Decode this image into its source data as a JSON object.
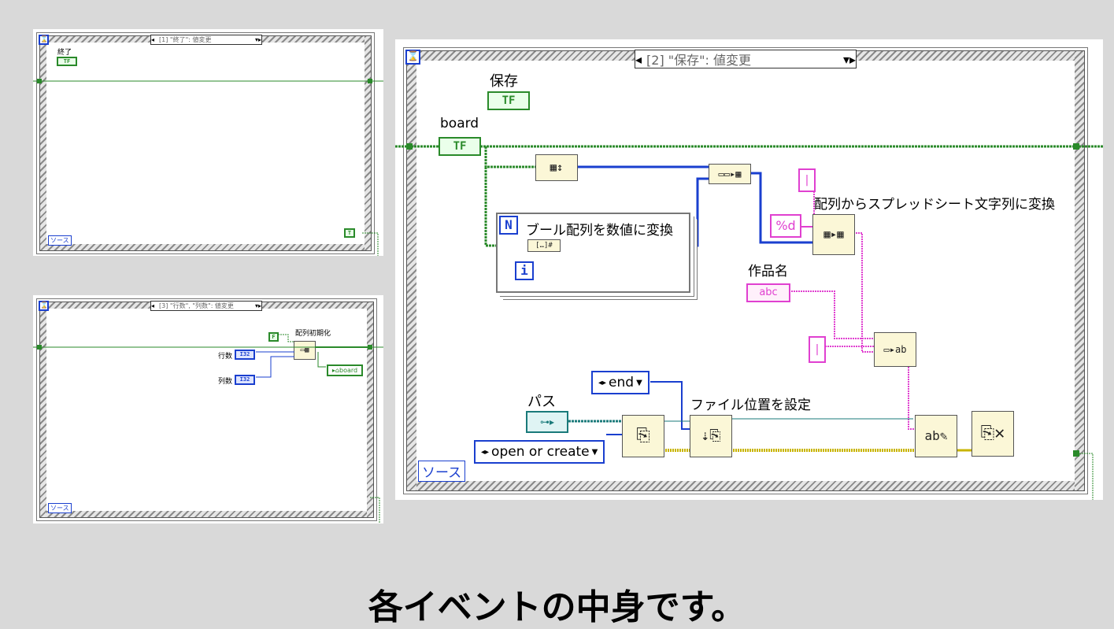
{
  "panel1": {
    "selector": "[1] \"終了\": 値変更",
    "control_label": "終了",
    "control_text": "TF",
    "const_text": "T",
    "source_label": "ソース"
  },
  "panel2": {
    "selector": "[3] \"行数\", \"列数\": 値変更",
    "bool_const": "F",
    "func_label": "配列初期化",
    "rows_label": "行数",
    "cols_label": "列数",
    "num_text": "I32",
    "board_ref": "board",
    "source_label": "ソース"
  },
  "panel3": {
    "selector": "[2] \"保存\": 値変更",
    "save_label": "保存",
    "board_label": "board",
    "tf_text": "TF",
    "loop_label": "ブール配列を数値に変換",
    "loop_n": "N",
    "loop_i": "i",
    "format_const": "%d",
    "spreadsheet_label": "配列からスプレッドシート文字列に変換",
    "name_label": "作品名",
    "name_text": "abc",
    "path_label": "パス",
    "end_ring": "end",
    "open_ring": "open or create",
    "set_pos_label": "ファイル位置を設定",
    "source_label": "ソース"
  },
  "caption": "各イベントの中身です。",
  "colors": {
    "boolean": "#2a8a2a",
    "numeric": "#1a3fcf",
    "string": "#e040d0",
    "path": "#1a7a7a",
    "error": "#c8b400",
    "background": "#d9d9d9"
  },
  "icons": [
    "hourglass-icon",
    "selector-left-arrow-icon",
    "selector-dropdown-icon"
  ]
}
